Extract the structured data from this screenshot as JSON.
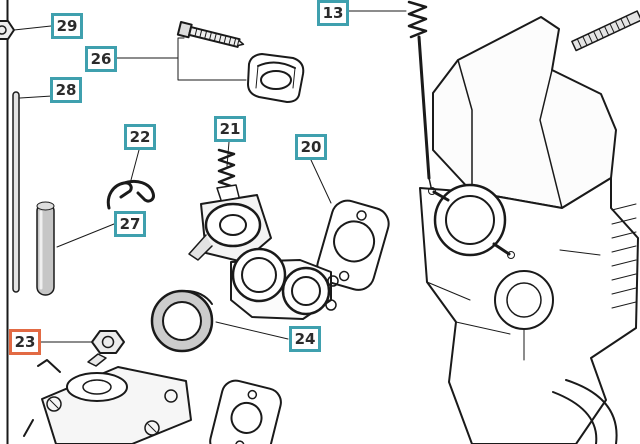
{
  "diagram": {
    "type": "exploded-parts-diagram",
    "background_color": "#ffffff",
    "line_color": "#1a1a1a",
    "label_colors": {
      "default": "#3fa0ae",
      "highlighted": "#e26a44"
    },
    "labels": [
      {
        "number": "13",
        "highlighted": false
      },
      {
        "number": "29",
        "highlighted": false
      },
      {
        "number": "26",
        "highlighted": false
      },
      {
        "number": "28",
        "highlighted": false
      },
      {
        "number": "22",
        "highlighted": false
      },
      {
        "number": "21",
        "highlighted": false
      },
      {
        "number": "20",
        "highlighted": false
      },
      {
        "number": "27",
        "highlighted": false
      },
      {
        "number": "23",
        "highlighted": true
      },
      {
        "number": "24",
        "highlighted": false
      }
    ]
  }
}
